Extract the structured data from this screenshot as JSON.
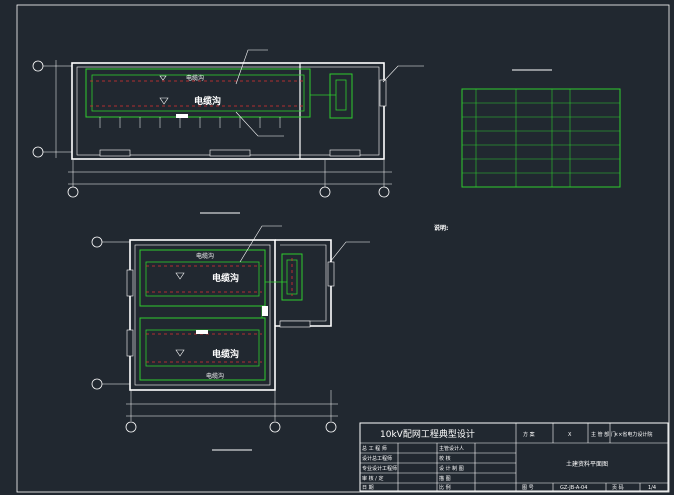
{
  "plan_top": {
    "trench_labels": [
      "电缆沟",
      "电缆沟"
    ]
  },
  "plan_bottom": {
    "trench_labels": [
      "电缆沟",
      "电缆沟",
      "电缆沟",
      "电缆沟"
    ]
  },
  "notes": {
    "label": "说明:"
  },
  "title_block": {
    "project_title": "10kV配网工程典型设计",
    "fangan_label": "方 案",
    "fangan_value": "X",
    "zhuguan_label": "主 管\n部 门",
    "zhuguan_value": "××省电力设计院",
    "left_rows": [
      "总 工 程 师",
      "设计总工程师",
      "专业设计工程师",
      "审    核 / 定",
      "日    期"
    ],
    "mid_rows": [
      "主管设计人",
      "校    核",
      "设 计 制 图",
      "描    图",
      "比    例"
    ],
    "drawing_title": "土建资料平面图",
    "tuhao_label": "图 号",
    "tuhao_value": "GZ-JB-A-04",
    "page_label": "页 码",
    "page_value": "1/4"
  }
}
